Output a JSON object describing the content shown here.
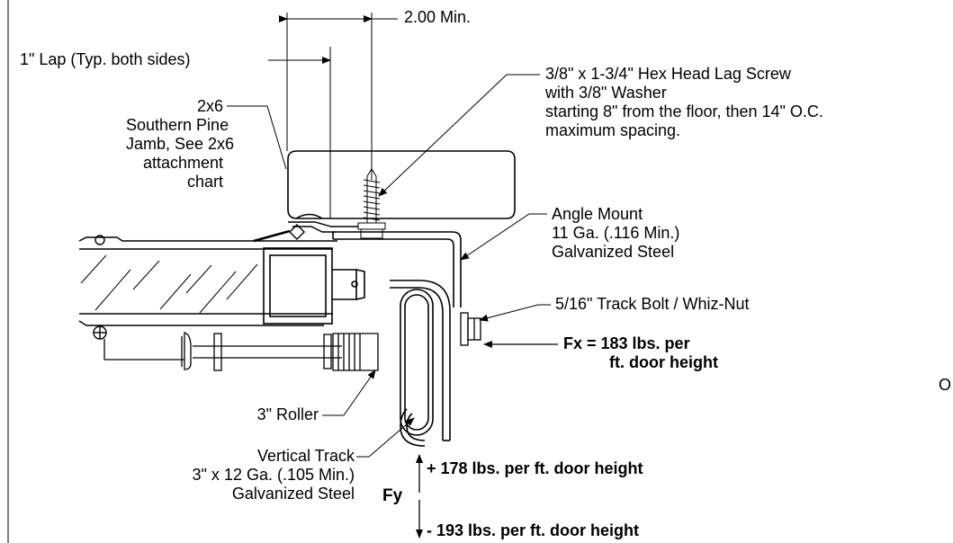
{
  "labels": {
    "min_dim": "2.00  Min.",
    "lap": "1\" Lap (Typ. both sides)",
    "jamb": [
      "2x6",
      "Southern Pine",
      "Jamb, See 2x6",
      "attachment",
      "chart"
    ],
    "screw": [
      "3/8\" x 1-3/4\" Hex Head Lag Screw",
      "with 3/8\" Washer",
      "starting 8\" from the floor, then 14\" O.C.",
      "maximum spacing."
    ],
    "angle": [
      "Angle Mount",
      "11 Ga. (.116 Min.)",
      "Galvanized Steel"
    ],
    "bolt": "5/16\" Track Bolt / Whiz-Nut",
    "fx": [
      "Fx = 183 lbs. per",
      "ft. door height"
    ],
    "roller": "3\" Roller",
    "track": [
      "Vertical Track",
      "3\" x 12 Ga. (.105 Min.)",
      "Galvanized Steel"
    ],
    "fy": "Fy",
    "fy_plus": "+ 178 lbs. per ft. door height",
    "fy_minus": "- 193 lbs. per ft. door height",
    "edge_char": "O"
  }
}
